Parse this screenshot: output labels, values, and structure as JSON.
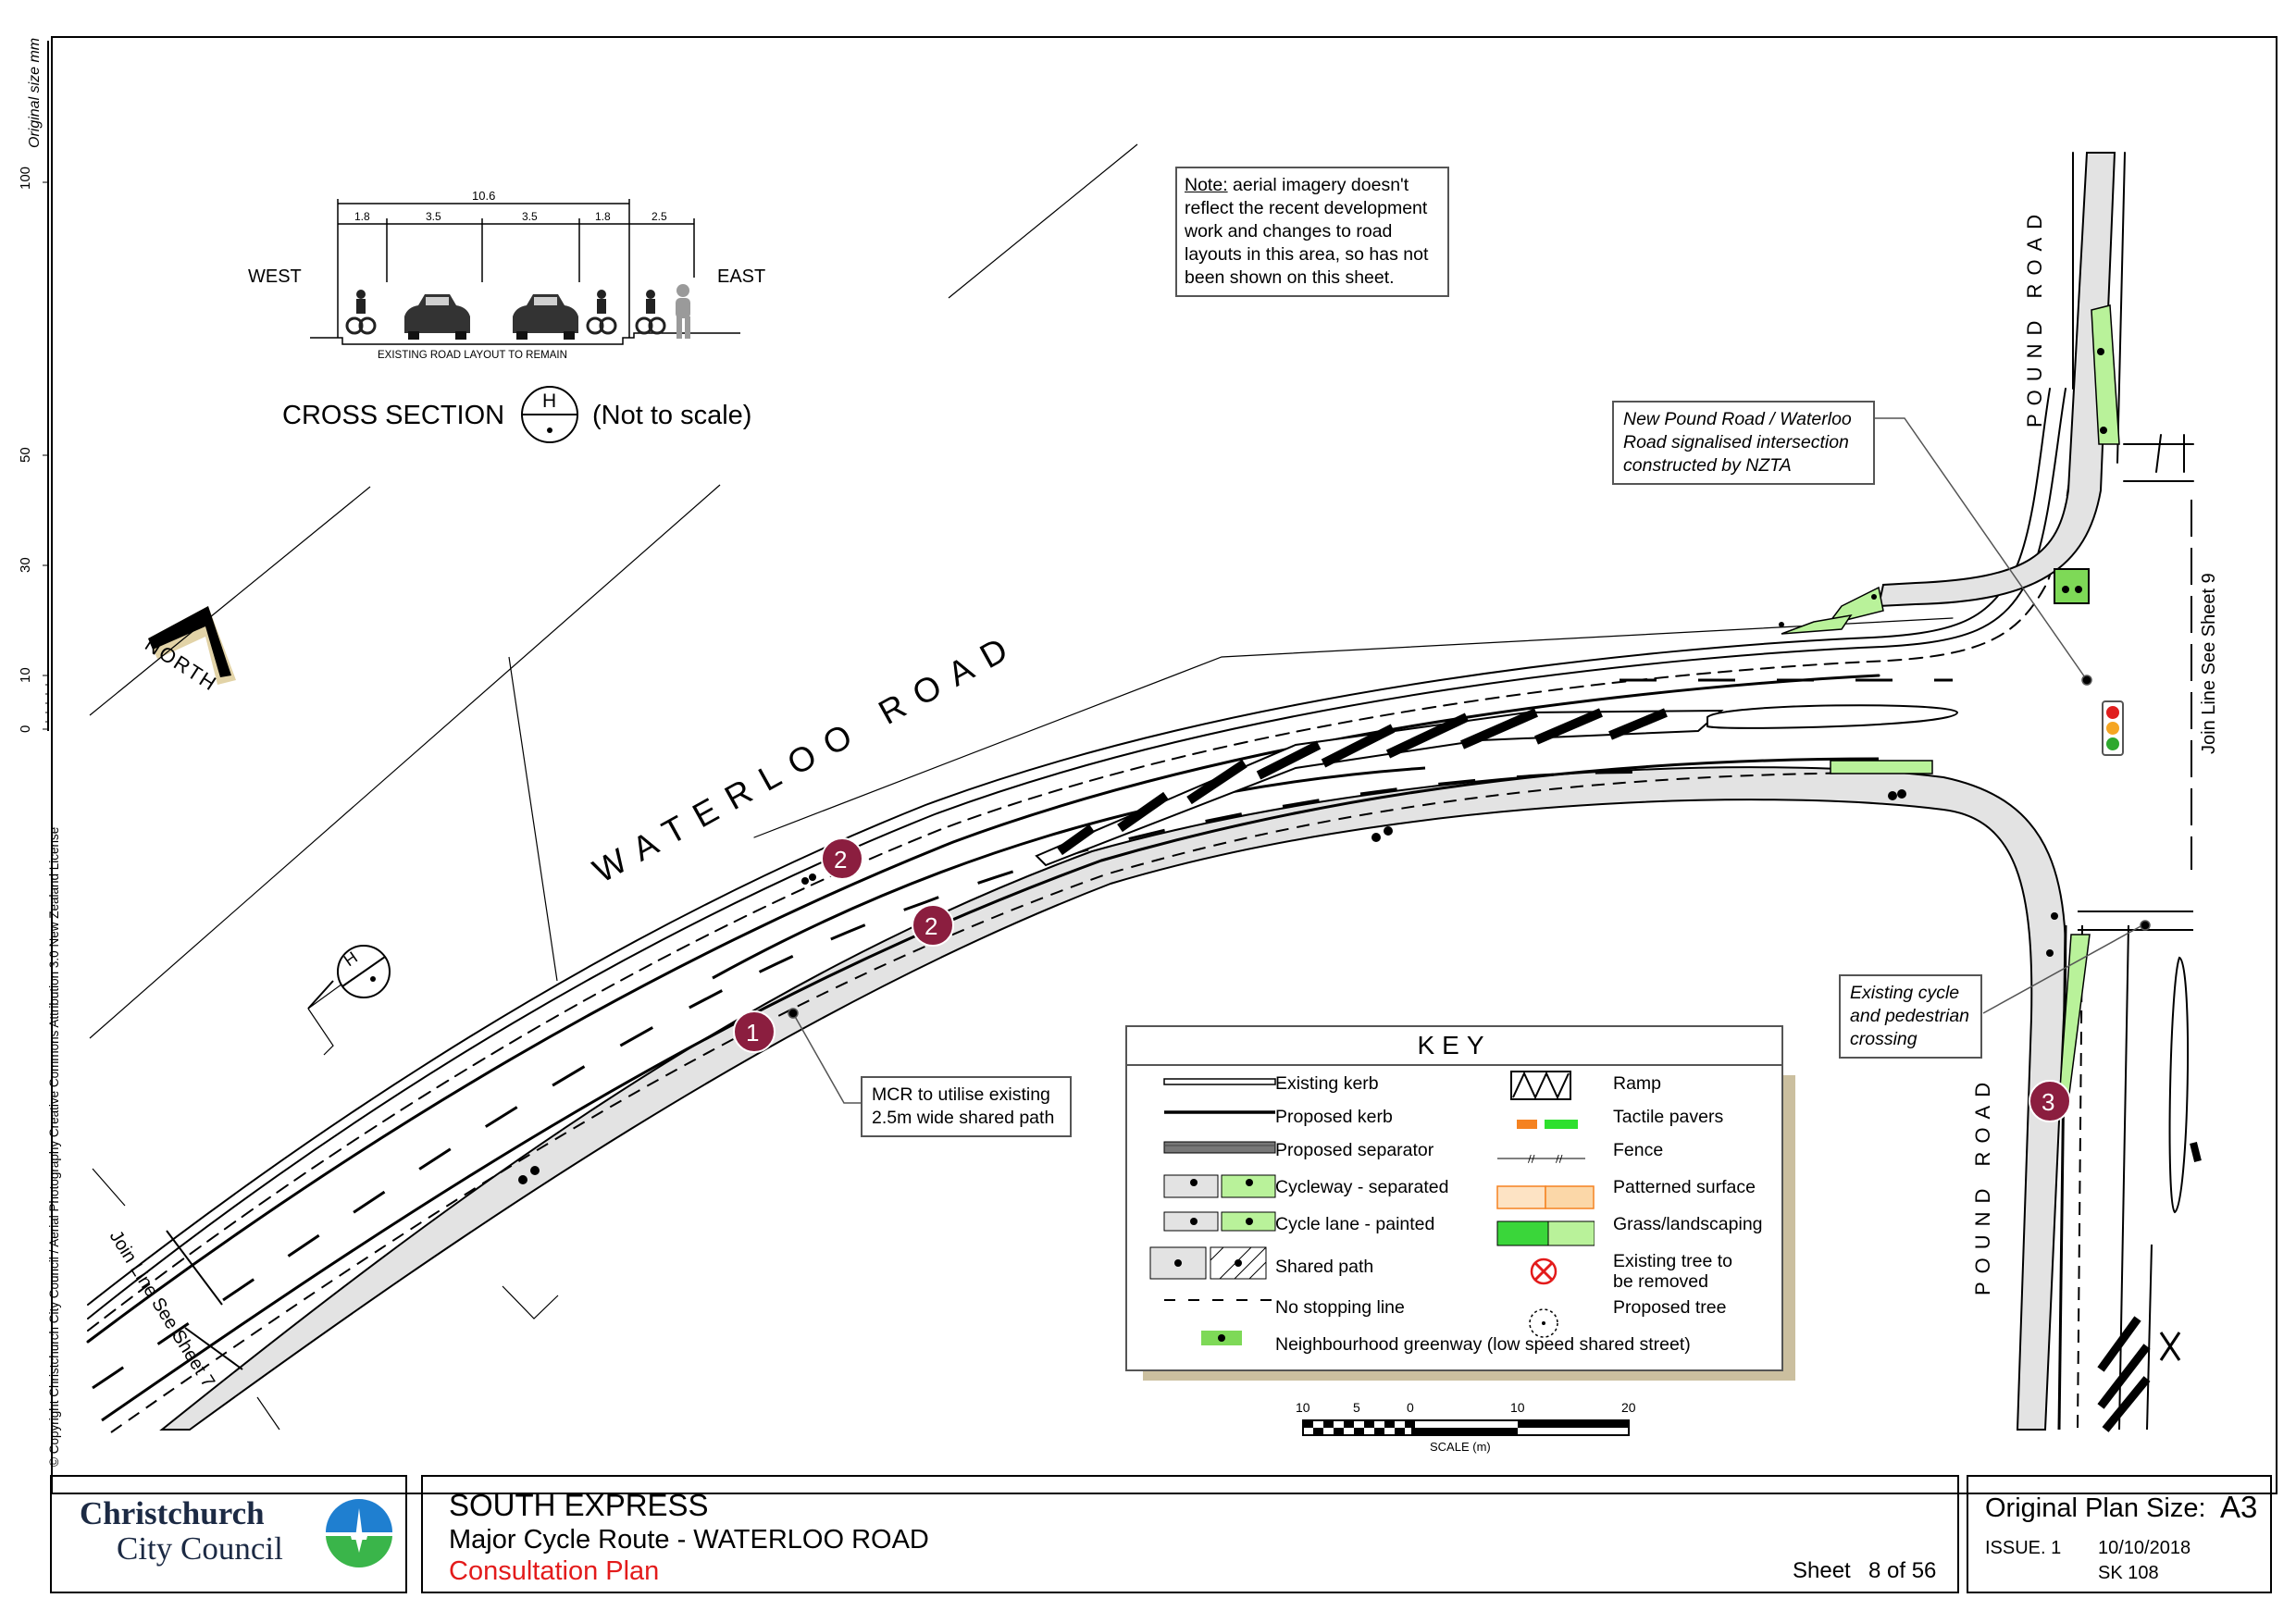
{
  "cross_section": {
    "west": "WEST",
    "east": "EAST",
    "total_width": "10.6",
    "widths": [
      "1.8",
      "3.5",
      "3.5",
      "1.8",
      "2.5"
    ],
    "caption": "EXISTING ROAD LAYOUT TO REMAIN",
    "title": "CROSS SECTION",
    "marker": "H",
    "scale_note": "(Not to scale)"
  },
  "ruler": {
    "label": "Original size mm",
    "ticks": [
      "100",
      "50",
      "30",
      "10",
      "0"
    ]
  },
  "copyright": "© Copyright Christchurch City Council  / Aerial Photography Creative Commons Attribution 3.0 New Zealand License",
  "north": "NORTH",
  "road_names": {
    "waterloo": "WATERLOO ROAD",
    "pound_top": "POUND ROAD",
    "pound_bottom": "POUND ROAD"
  },
  "note": {
    "heading": "Note:",
    "body_first": " aerial imagery doesn't",
    "lines": [
      "reflect the recent development",
      "work and changes to road",
      "layouts in this area, so has not",
      "been shown on this sheet."
    ]
  },
  "callouts": {
    "intersection": [
      "New Pound Road / Waterloo",
      "Road signalised intersection",
      "constructed by NZTA"
    ],
    "mcr": [
      "MCR to utilise existing",
      "2.5m wide shared path"
    ],
    "crossing": [
      "Existing cycle",
      "and pedestrian",
      "crossing"
    ]
  },
  "match_lines": {
    "right": "Join Line See Sheet 9",
    "left": "Join Line See Sheet 7"
  },
  "section_marker": "H",
  "markers": [
    "1",
    "2",
    "2",
    "3"
  ],
  "key": {
    "title": "KEY",
    "left": [
      "Existing kerb",
      "Proposed kerb",
      "Proposed separator",
      "Cycleway - separated",
      "Cycle lane - painted",
      "Shared path",
      "No stopping line"
    ],
    "right": [
      "Ramp",
      "Tactile pavers",
      "Fence",
      "Patterned surface",
      "Grass/landscaping",
      "Existing tree to",
      "be removed",
      "Proposed tree"
    ],
    "greenway": "Neighbourhood greenway (low speed shared street)"
  },
  "scale_bar": {
    "ticks": [
      "10",
      "5",
      "0",
      "10",
      "20"
    ],
    "label": "SCALE (m)"
  },
  "title_block": {
    "council_line1": "Christchurch",
    "council_line2": "City Council",
    "project": "SOUTH EXPRESS",
    "subtitle": "Major Cycle Route - WATERLOO ROAD",
    "status": "Consultation Plan",
    "sheet_label": "Sheet",
    "sheet": "8 of 56",
    "plan_size_label": "Original Plan Size:",
    "plan_size": "A3",
    "issue": "ISSUE. 1",
    "date": "10/10/2018",
    "drawing_no": "SK 108"
  },
  "colors": {
    "marker": "#8b1e3f",
    "grass": "#7ed957",
    "green_light": "#b9f29a",
    "shared_path": "#e3e3e3",
    "status_red": "#e31b1b",
    "logo_blue": "#1f7fd0",
    "logo_green": "#3ab54a",
    "tactile_orange": "#f58220",
    "tactile_green": "#2ee02e",
    "key_shadow": "#cbbf9f"
  }
}
